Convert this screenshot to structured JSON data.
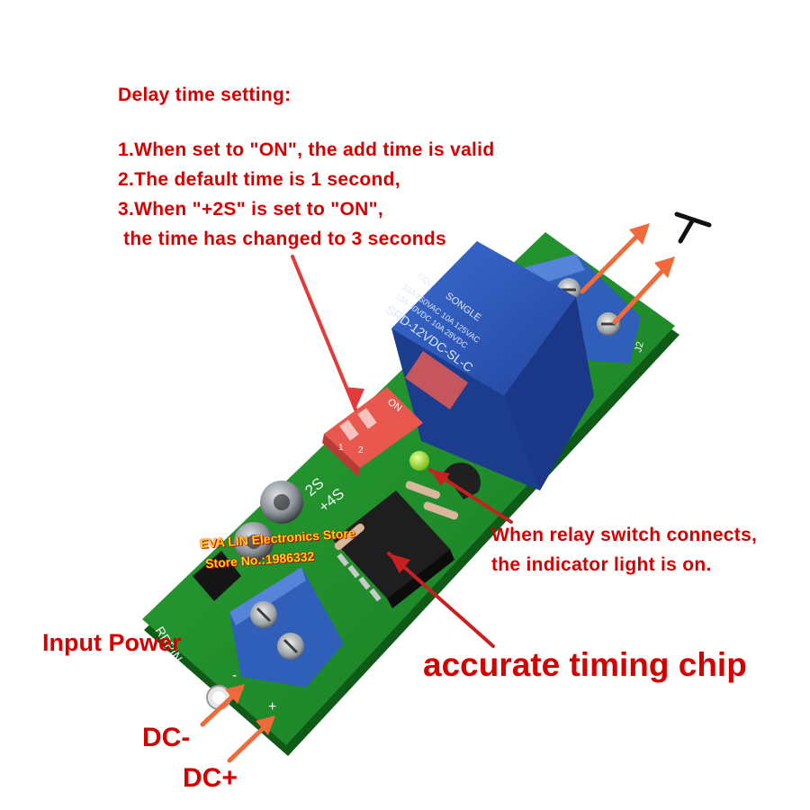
{
  "delay_setting": {
    "heading": "Delay time setting:",
    "lines": [
      "1.When set to \"ON\", the add time is valid",
      "2.The default time is 1 second,",
      "3.When \"+2S\" is set to \"ON\",",
      " the time has changed to 3 seconds"
    ]
  },
  "indicator_note": {
    "lines": [
      "When relay switch connects,",
      "the indicator light is on."
    ]
  },
  "chip_label": "accurate timing chip",
  "input_power_label": "Input Power",
  "dc_minus_label": "DC-",
  "dc_plus_label": "DC+",
  "watermark": {
    "line1": "EVA LIN Electronics Store",
    "line2": "Store No.:1986332"
  },
  "board": {
    "relay_brand": "SONGLE",
    "relay_model": "SRD-12VDC-SL-C",
    "relay_rating_1": "10A 250VAC  10A 125VAC",
    "relay_rating_2": "10A 30VDC   10A 28VDC",
    "relay_cqc": "CQC",
    "dip_on": "ON",
    "dip_1": "1",
    "dip_2": "2",
    "silk_2s": "2S",
    "silk_4s": "+4S",
    "silk_j2": "J2",
    "silk_rrpin": "RRPIN",
    "silk_minus": "-",
    "silk_plus": "+"
  },
  "colors": {
    "annotation_red": "#d40000",
    "arrow_orange": "#f26a3a",
    "pcb_green": "#1f8a2a",
    "terminal_blue": "#2f5fb8",
    "relay_blue": "#2a56b5",
    "dip_red": "#e8584f",
    "led_green": "#9be01c"
  }
}
